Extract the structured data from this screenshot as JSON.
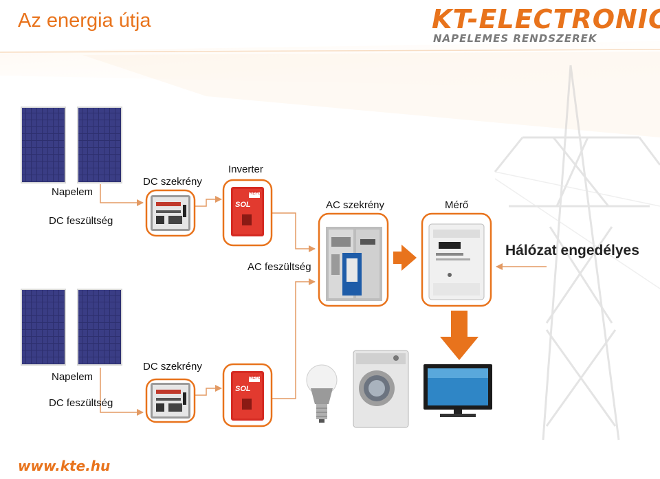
{
  "title": "Az energia útja",
  "logo": {
    "name": "KT-ELECTRONIC",
    "tagline": "NAPELEMES RENDSZEREK"
  },
  "footer": {
    "url": "www.kte.hu"
  },
  "labels": {
    "napelem": "Napelem",
    "dc_feszultseg": "DC feszültség",
    "dc_szekreny": "DC szekrény",
    "inverter": "Inverter",
    "ac_szekreny": "AC szekrény",
    "ac_feszultseg": "AC feszültség",
    "mero": "Mérő",
    "halozat": "Hálózat engedélyes"
  },
  "inverter_brand": {
    "top": "REFU",
    "bottom": "SOL"
  },
  "colors": {
    "accent": "#e8731c",
    "frame": "#e8731c",
    "line": "#e39a63",
    "panel_cell": "#2d2f6e",
    "inverter": "#d52a22"
  },
  "icons": [
    "solar-panel-icon",
    "dc-box-icon",
    "inverter-icon",
    "ac-box-icon",
    "meter-icon",
    "bulb-icon",
    "washing-machine-icon",
    "tv-icon",
    "pylon-icon",
    "arrow-right-icon",
    "arrow-down-icon",
    "arrow-left-icon"
  ]
}
